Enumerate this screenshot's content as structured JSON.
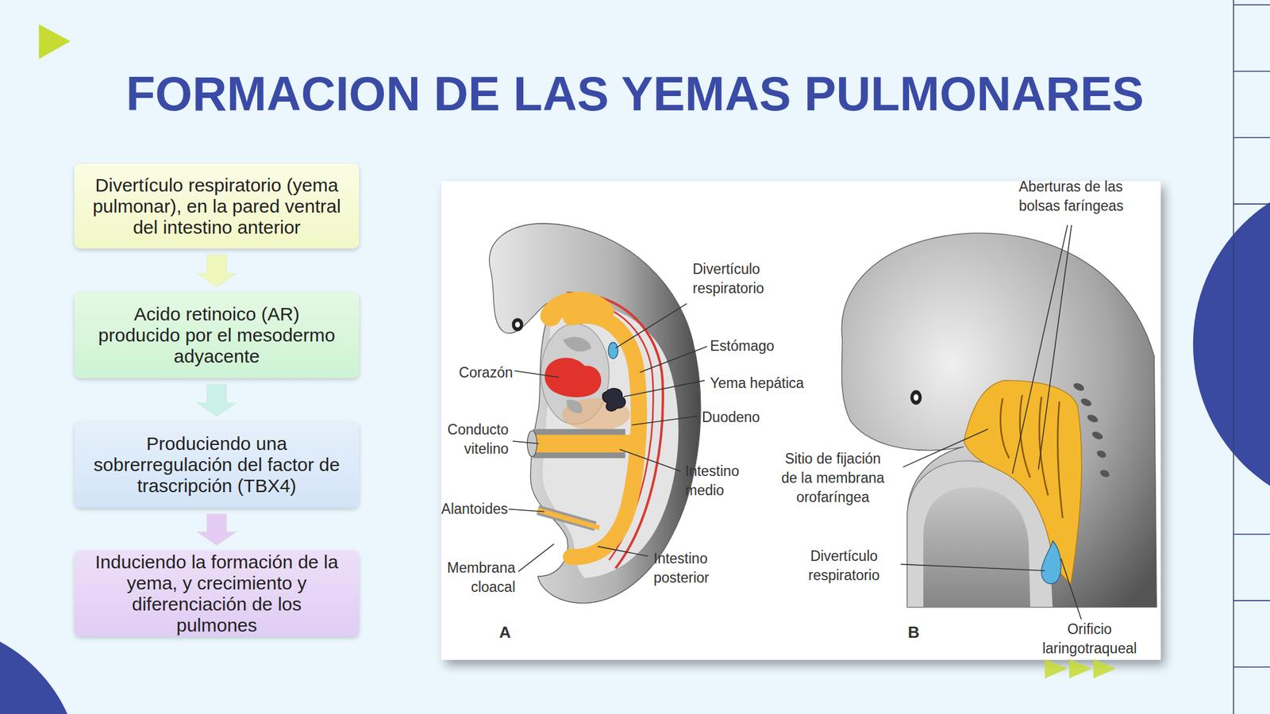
{
  "diagram": {
    "title": "FORMACION DE LAS YEMAS PULMONARES",
    "nodes": [
      {
        "text": [
          "Divertículo respiratorio (yema pulmonar), en la pared ventral del intestino anterior"
        ]
      },
      {
        "text": [
          "Acido retinoico (AR) producido por el mesodermo adyacente"
        ]
      },
      {
        "text": [
          "Produciendo una sobrerregulación del factor de trascripción (TBX4)"
        ]
      },
      {
        "text": [
          "Induciendo la formación de la yema, y crecimiento y diferenciación de los pulmones"
        ]
      }
    ],
    "edges": [
      {
        "from": 0,
        "to": 1,
        "arrow": "to"
      },
      {
        "from": 1,
        "to": 2,
        "arrow": "to"
      },
      {
        "from": 2,
        "to": 3,
        "arrow": "to"
      }
    ],
    "labels": [
      "Divertículo respiratorio",
      "Estómago",
      "Yema hepática",
      "Duodeno",
      "Corazón",
      "Conducto vitelino",
      "Alantoides",
      "Intestino medio",
      "Membrana cloacal",
      "Intestino posterior",
      "A",
      "Aberturas de las bolsas faríngeas",
      "Sitio de fijación de la membrana orofaríngea",
      "Divertículo respiratorio",
      "B",
      "Orificio laringotraqueal"
    ]
  }
}
